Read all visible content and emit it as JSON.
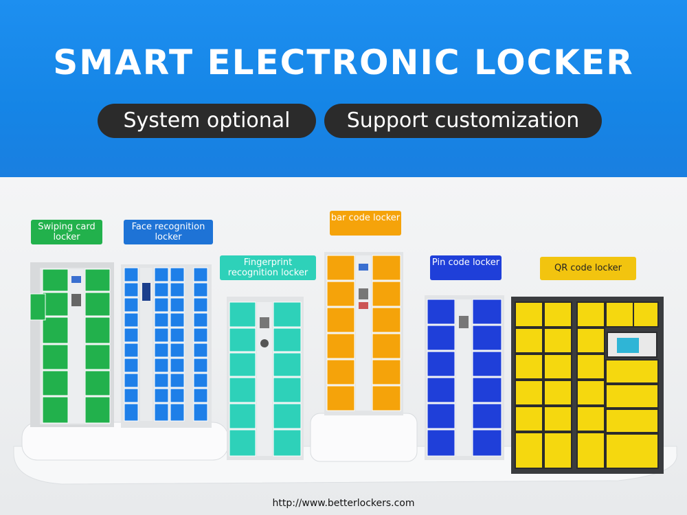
{
  "banner": {
    "title": "SMART ELECTRONIC LOCKER",
    "pill_left": "System optional",
    "pill_right": "Support customization",
    "bg_color": "#1a87ea"
  },
  "labels": {
    "swiping": "Swiping card locker",
    "face": "Face recognition locker",
    "fingerprint": "Fingerprint recognition locker",
    "barcode": "bar code locker",
    "pin": "Pin code locker",
    "qr": "QR code locker"
  },
  "colors": {
    "green": "#22b14c",
    "blue": "#1e6fd6",
    "teal": "#2ed1b9",
    "orange": "#f5a30a",
    "deep_blue": "#1f3fd9",
    "yellow": "#f5d80f",
    "qr_label": "#f2c40f"
  },
  "footer": {
    "url": "http://www.betterlockers.com"
  }
}
